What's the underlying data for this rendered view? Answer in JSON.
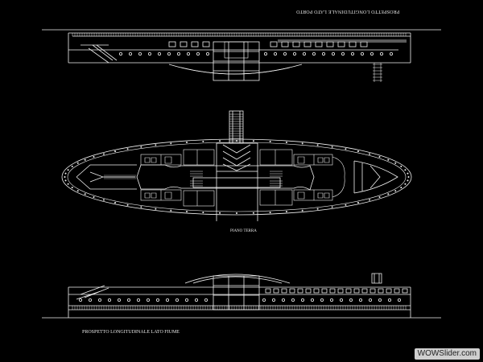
{
  "labels": {
    "top_elevation": "PROSPETTO LONGITUDINALE LATO PORTO",
    "plan": "PIANO TERRA",
    "bottom_elevation": "PROSPETTO LONGITUDINALE LATO FIUME"
  },
  "watermark": "WOWSlider.com",
  "colors": {
    "background": "#000000",
    "line": "#f2f2f2"
  }
}
